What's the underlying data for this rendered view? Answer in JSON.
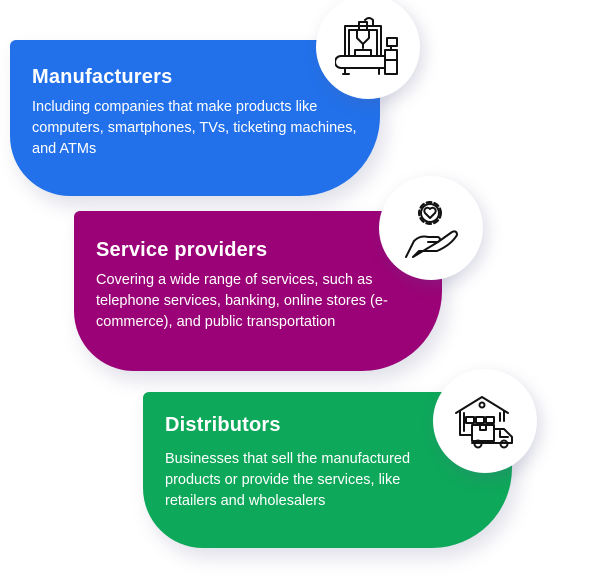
{
  "cards": [
    {
      "title": "Manufacturers",
      "text": "Including companies that make products like computers, smartphones, TVs, ticketing machines, and ATMs",
      "color": "#2271EA",
      "icon": "machine-icon"
    },
    {
      "title": "Service providers",
      "text": "Covering a wide range of services, such as telephone services, banking, online stores (e-commerce), and public transportation",
      "color": "#9B0277",
      "icon": "hand-gear-heart-icon"
    },
    {
      "title": "Distributors",
      "text": "Businesses that sell the manufactured products or provide the services, like retailers and wholesalers",
      "color": "#0EA85A",
      "icon": "warehouse-truck-icon"
    }
  ]
}
